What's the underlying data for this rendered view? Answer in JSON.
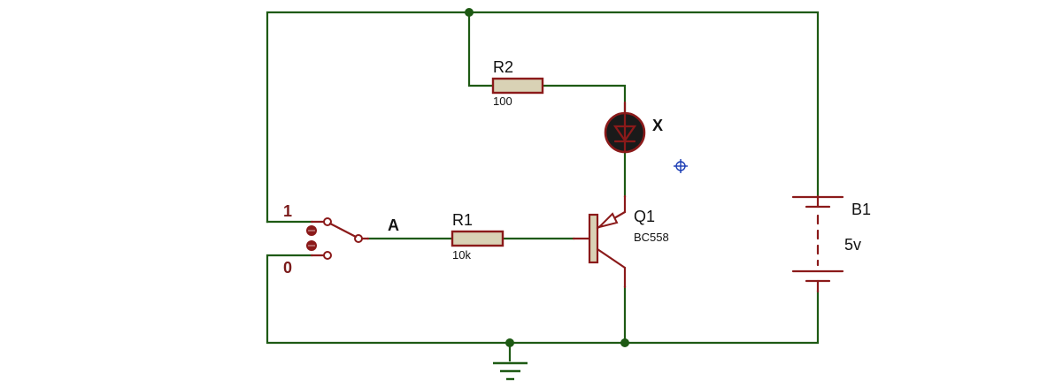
{
  "diagram": {
    "components": {
      "r2": {
        "ref": "R2",
        "value": "100"
      },
      "r1": {
        "ref": "R1",
        "value": "10k"
      },
      "led": {
        "label": "X"
      },
      "q1": {
        "ref": "Q1",
        "model": "BC558"
      },
      "b1": {
        "ref": "B1",
        "value": "5v"
      },
      "switch": {
        "pos1": "1",
        "pos0": "0",
        "node": "A"
      }
    },
    "colors": {
      "wire": "#1e5a14",
      "component": "#8b1a1a",
      "resistor_body": "#d9d2b5",
      "led_body": "#1a1a1a",
      "marker": "#1a3cb4"
    },
    "icons": [
      "led-icon",
      "pnp-transistor-icon",
      "battery-icon",
      "ground-icon",
      "spdt-switch-icon",
      "crosshair-marker-icon"
    ]
  }
}
